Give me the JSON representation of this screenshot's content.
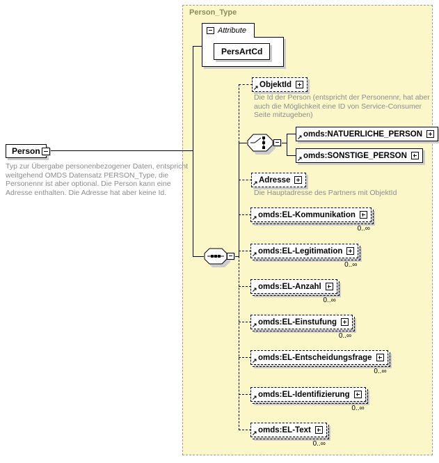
{
  "icons": {
    "ref_arrow": "↗"
  },
  "panel": {
    "title": "Person_Type"
  },
  "person": {
    "label": "Person",
    "annotation_lines": [
      "Typ zur Übergabe personenbezogener Daten, entspricht",
      "weitgehend OMDS Datensatz PERSON_Type, die",
      "Personennr ist aber optional. Die Person kann eine",
      "Adresse enthalten. Die Adresse hat aber keine Id."
    ]
  },
  "attributes": {
    "group_label": "Attribute",
    "items": [
      {
        "name": "PersArtCd"
      }
    ]
  },
  "children": {
    "objektid": {
      "label": "ObjektId",
      "annotation_lines": [
        "Die Id der Person (entspricht der Personennr, hat aber",
        "auch die Möglichkeit eine ID von Service-Consumer",
        "Seite mitzugeben)"
      ]
    },
    "choice": {
      "options": [
        {
          "label": "omds:NATUERLICHE_PERSON"
        },
        {
          "label": "omds:SONSTIGE_PERSON"
        }
      ]
    },
    "adresse": {
      "label": "Adresse",
      "annotation_lines": [
        "Die Hauptadresse des Partners mit ObjektId"
      ]
    },
    "repeating": [
      {
        "label": "omds:EL-Kommunikation",
        "occurrence": "0..∞"
      },
      {
        "label": "omds:EL-Legitimation",
        "occurrence": "0..∞"
      },
      {
        "label": "omds:EL-Anzahl",
        "occurrence": "0..∞"
      },
      {
        "label": "omds:EL-Einstufung",
        "occurrence": "0..∞"
      },
      {
        "label": "omds:EL-Entscheidungsfrage",
        "occurrence": "0..∞"
      },
      {
        "label": "omds:EL-Identifizierung",
        "occurrence": "0..∞"
      },
      {
        "label": "omds:EL-Text",
        "occurrence": "0..∞"
      }
    ]
  }
}
